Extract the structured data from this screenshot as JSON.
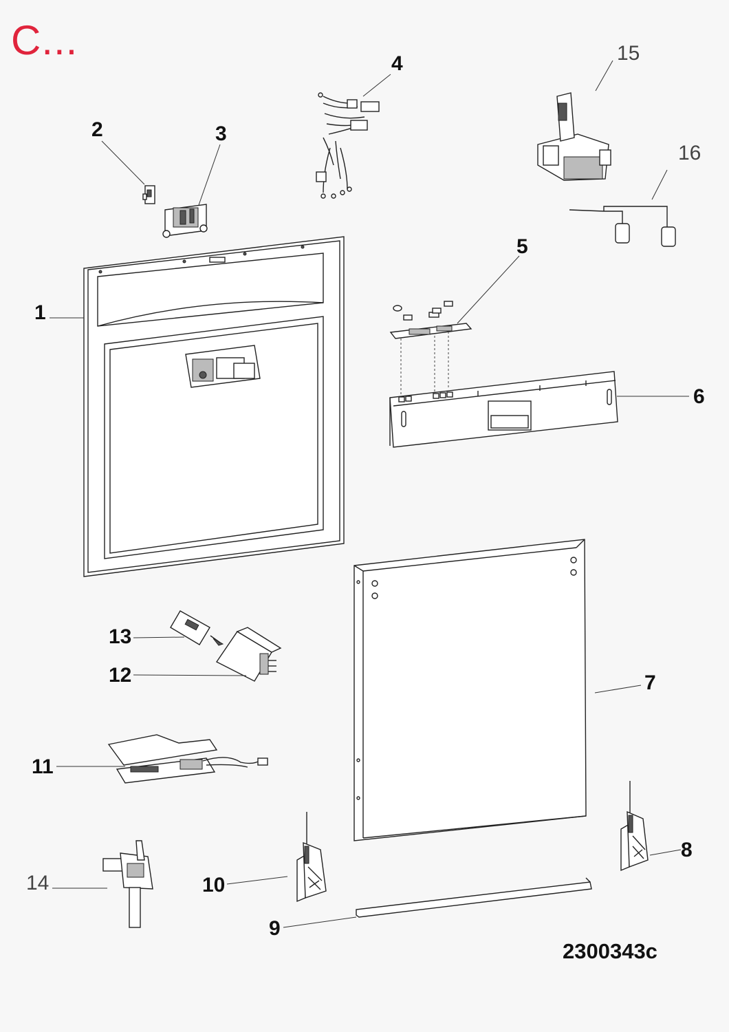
{
  "sheet": {
    "title": "C...",
    "reference_code": "2300343c",
    "title_color": "#e0243c"
  },
  "callouts": [
    {
      "id": "1",
      "label": "1"
    },
    {
      "id": "2",
      "label": "2"
    },
    {
      "id": "3",
      "label": "3"
    },
    {
      "id": "4",
      "label": "4"
    },
    {
      "id": "5",
      "label": "5"
    },
    {
      "id": "6",
      "label": "6"
    },
    {
      "id": "7",
      "label": "7"
    },
    {
      "id": "8",
      "label": "8"
    },
    {
      "id": "9",
      "label": "9"
    },
    {
      "id": "10",
      "label": "10"
    },
    {
      "id": "11",
      "label": "11"
    },
    {
      "id": "12",
      "label": "12"
    },
    {
      "id": "13",
      "label": "13"
    },
    {
      "id": "14",
      "label": "14"
    },
    {
      "id": "15",
      "label": "15"
    },
    {
      "id": "16",
      "label": "16"
    }
  ]
}
